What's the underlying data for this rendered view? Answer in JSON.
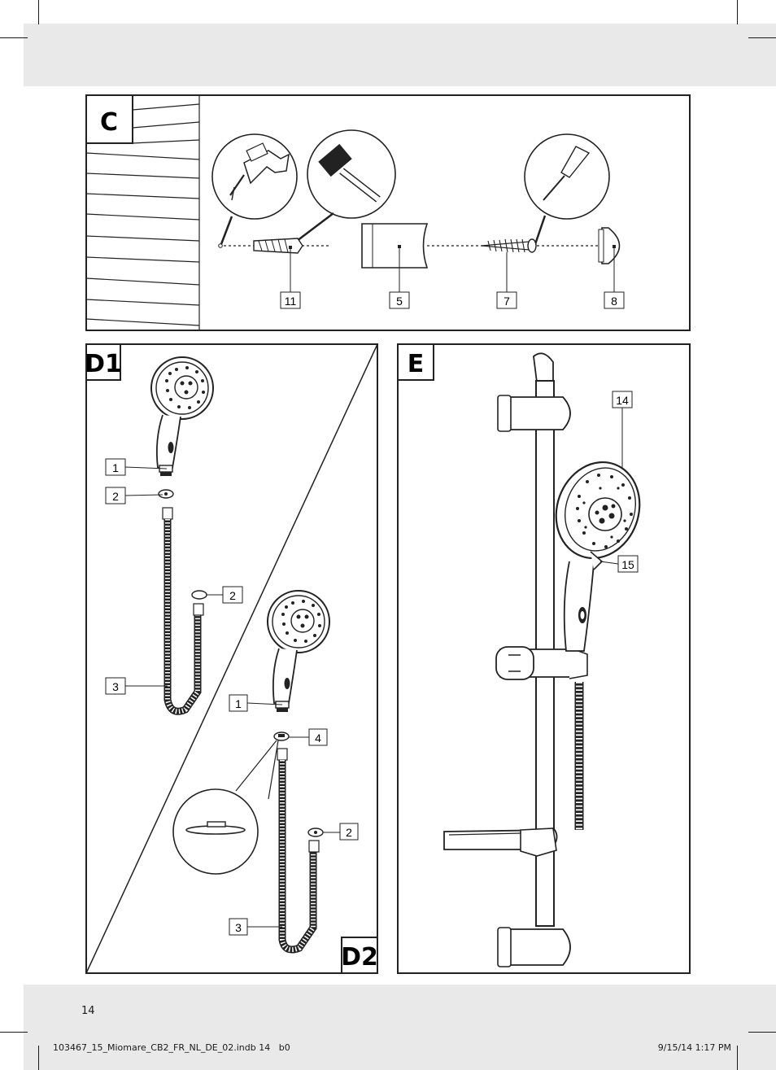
{
  "page": {
    "page_number": "14",
    "slug_file": "103467_15_Miomare_CB2_FR_NL_DE_02.indb   14",
    "slug_b": "b0",
    "slug_date": "9/15/14   1:17 PM"
  },
  "panel_c": {
    "letter": "C",
    "labels": [
      "11",
      "5",
      "7",
      "8"
    ],
    "icons": [
      "drill-icon",
      "hammer-icon",
      "screwdriver-icon"
    ]
  },
  "panel_d": {
    "letter_d1": "D1",
    "letter_d2": "D2",
    "labels_d1": [
      "1",
      "2",
      "2",
      "3"
    ],
    "labels_d2": [
      "1",
      "4",
      "2",
      "3"
    ]
  },
  "panel_e": {
    "letter": "E",
    "labels": [
      "14",
      "15"
    ]
  }
}
